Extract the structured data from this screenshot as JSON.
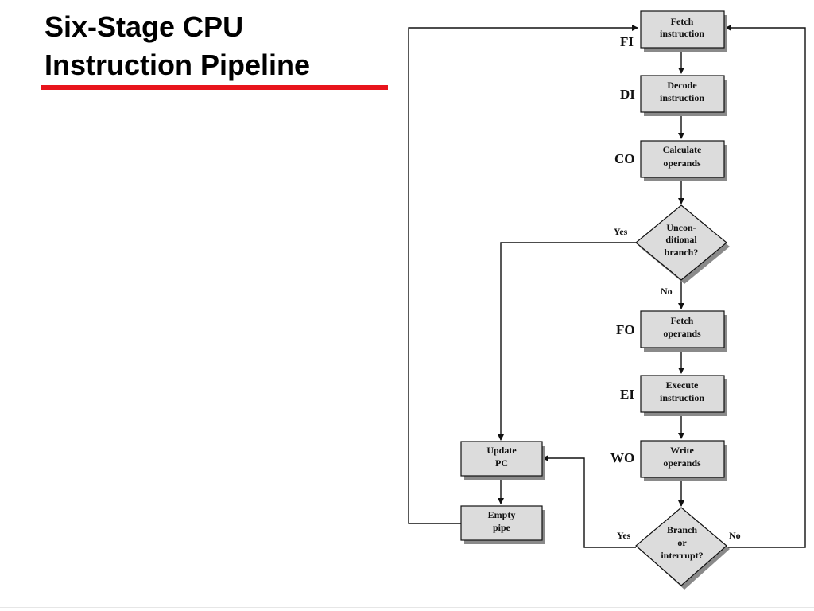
{
  "slide": {
    "title_line1": "Six-Stage CPU",
    "title_line2": "Instruction Pipeline",
    "accent_color": "#e8141c"
  },
  "flowchart": {
    "stages": {
      "fi": "FI",
      "di": "DI",
      "co": "CO",
      "fo": "FO",
      "ei": "EI",
      "wo": "WO"
    },
    "boxes": {
      "fetch_instruction": [
        "Fetch",
        "instruction"
      ],
      "decode_instruction": [
        "Decode",
        "instruction"
      ],
      "calculate_operands": [
        "Calculate",
        "operands"
      ],
      "fetch_operands": [
        "Fetch",
        "operands"
      ],
      "execute_instruction": [
        "Execute",
        "instruction"
      ],
      "write_operands": [
        "Write",
        "operands"
      ],
      "update_pc": [
        "Update",
        "PC"
      ],
      "empty_pipe": [
        "Empty",
        "pipe"
      ]
    },
    "decisions": {
      "unconditional_branch": [
        "Uncon-",
        "ditional",
        "branch?"
      ],
      "branch_or_interrupt": [
        "Branch",
        "or",
        "interrupt?"
      ]
    },
    "labels": {
      "uncond_yes": "Yes",
      "uncond_no": "No",
      "branch_yes": "Yes",
      "branch_no": "No"
    },
    "colors": {
      "box_fill": "#dcdcdc",
      "shadow": "#8a8a8a",
      "line": "#111111"
    }
  }
}
